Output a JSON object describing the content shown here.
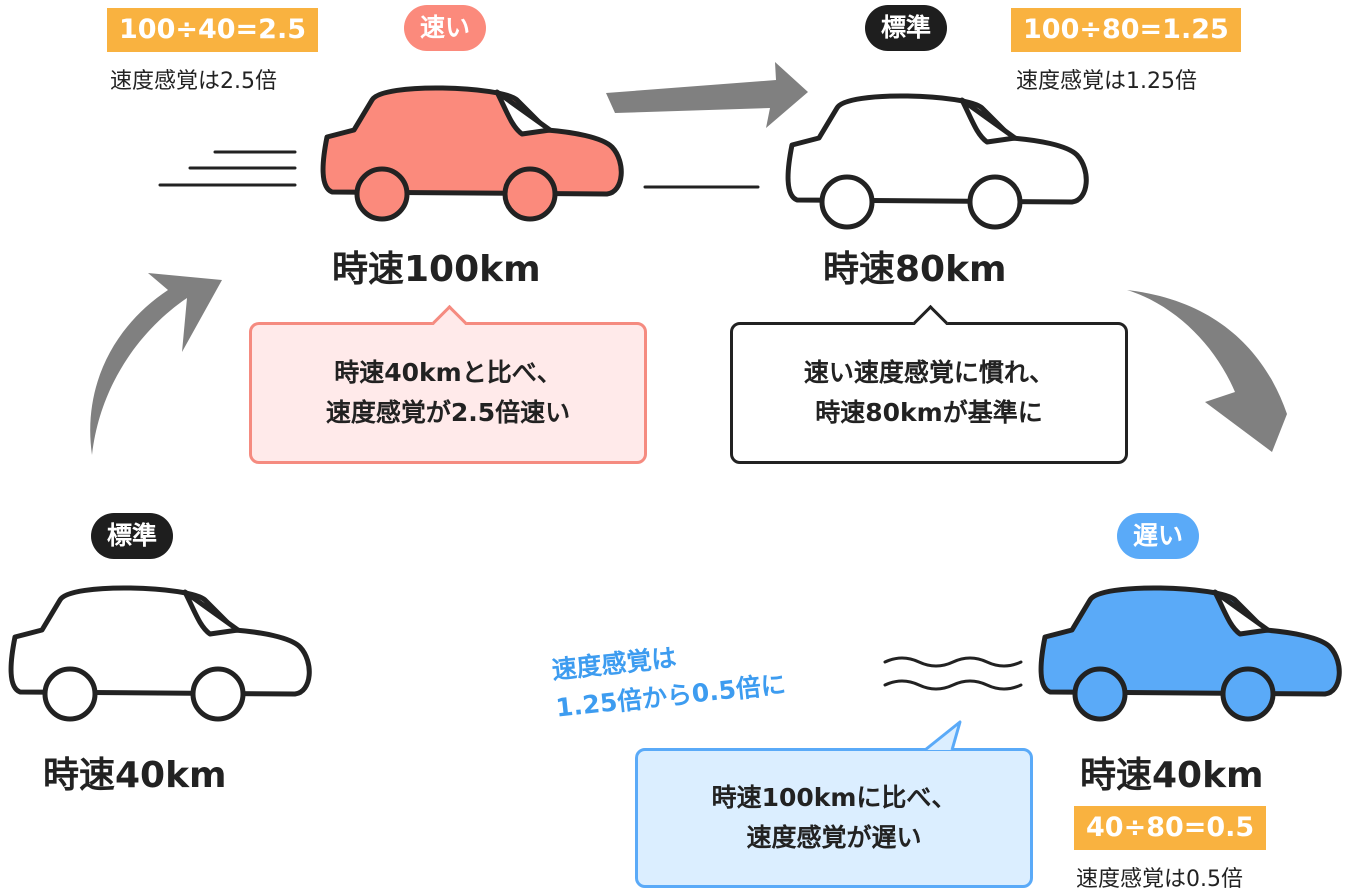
{
  "top_left": {
    "formula": "100÷40=2.5",
    "note": "速度感覚は2.5倍",
    "badge": "速い",
    "speed": "時速100km",
    "bubble": [
      "時速40kmと比べ、",
      "速度感覚が2.5倍速い"
    ]
  },
  "top_right": {
    "badge": "標準",
    "formula": "100÷80=1.25",
    "note": "速度感覚は1.25倍",
    "speed": "時速80km",
    "bubble": [
      "速い速度感覚に慣れ、",
      "時速80kmが基準に"
    ]
  },
  "bottom_left": {
    "badge": "標準",
    "speed": "時速40km"
  },
  "bottom_right": {
    "badge": "遅い",
    "speed": "時速40km",
    "formula": "40÷80=0.5",
    "note": "速度感覚は0.5倍",
    "side_note": [
      "速度感覚は",
      "1.25倍から0.5倍に"
    ],
    "bubble": [
      "時速100kmに比べ、",
      "速度感覚が遅い"
    ]
  },
  "colors": {
    "fast": "#fb8a7c",
    "slow": "#5aaaf8",
    "neutral": "#ffffff",
    "formula_bg": "#f9b240",
    "badge_dark": "#1e1e1e",
    "arrow": "#808080"
  }
}
